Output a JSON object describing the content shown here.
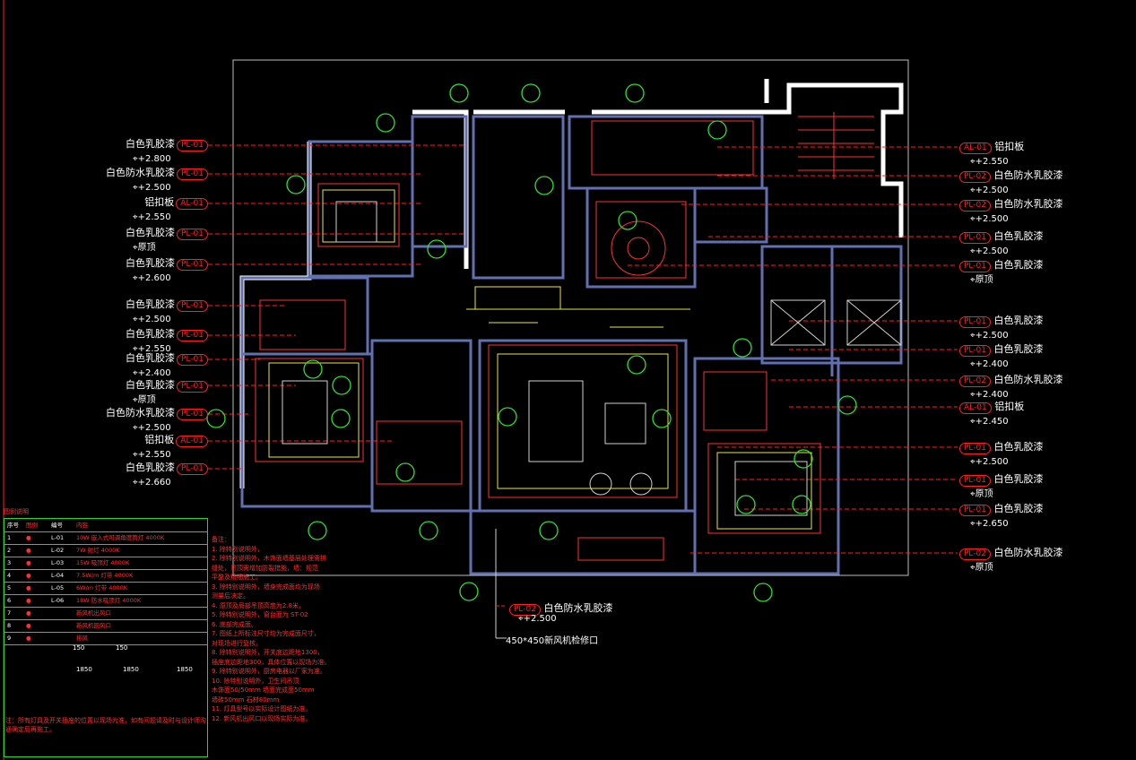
{
  "left_callouts": [
    {
      "label": "白色乳胶漆",
      "code": "PL-01",
      "elev": "+2.800"
    },
    {
      "label": "白色防水乳胶漆",
      "code": "PL-01",
      "elev": "+2.500"
    },
    {
      "label": "铝扣板",
      "code": "AL-01",
      "elev": "+2.550"
    },
    {
      "label": "白色乳胶漆",
      "code": "PL-01",
      "elev": "原顶"
    },
    {
      "label": "白色乳胶漆",
      "code": "PL-01",
      "elev": "+2.600"
    },
    {
      "label": "白色乳胶漆",
      "code": "PL-01",
      "elev": "+2.500"
    },
    {
      "label": "白色乳胶漆",
      "code": "PL-01",
      "elev": "+2.550"
    },
    {
      "label": "白色乳胶漆",
      "code": "PL-01",
      "elev": "+2.400"
    },
    {
      "label": "白色乳胶漆",
      "code": "PL-01",
      "elev": "原顶"
    },
    {
      "label": "白色防水乳胶漆",
      "code": "PL-01",
      "elev": "+2.500"
    },
    {
      "label": "铝扣板",
      "code": "AL-01",
      "elev": "+2.550"
    },
    {
      "label": "白色乳胶漆",
      "code": "PL-01",
      "elev": "+2.660"
    }
  ],
  "right_callouts": [
    {
      "label": "铝扣板",
      "code": "AL-01",
      "elev": "+2.550"
    },
    {
      "label": "白色防水乳胶漆",
      "code": "PL-02",
      "elev": "+2.500"
    },
    {
      "label": "白色防水乳胶漆",
      "code": "PL-02",
      "elev": "+2.500"
    },
    {
      "label": "白色乳胶漆",
      "code": "PL-01",
      "elev": "+2.500"
    },
    {
      "label": "白色乳胶漆",
      "code": "PL-01",
      "elev": "原顶"
    },
    {
      "label": "白色乳胶漆",
      "code": "PL-01",
      "elev": "+2.500"
    },
    {
      "label": "白色乳胶漆",
      "code": "PL-01",
      "elev": "+2.400"
    },
    {
      "label": "白色防水乳胶漆",
      "code": "PL-02",
      "elev": "+2.400"
    },
    {
      "label": "铝扣板",
      "code": "AL-01",
      "elev": "+2.450"
    },
    {
      "label": "白色乳胶漆",
      "code": "PL-01",
      "elev": "+2.500"
    },
    {
      "label": "白色乳胶漆",
      "code": "PL-01",
      "elev": "原顶"
    },
    {
      "label": "白色乳胶漆",
      "code": "PL-01",
      "elev": "+2.650"
    },
    {
      "label": "白色防水乳胶漆",
      "code": "PL-02",
      "elev": "原顶"
    }
  ],
  "bottom_callout": {
    "label": "白色防水乳胶漆",
    "code": "PL-02",
    "elev": "+2.500",
    "note": "450*450新风机检修口"
  },
  "legend": {
    "title": "图例说明",
    "header": [
      "序号",
      "图例",
      "编号",
      "内容"
    ],
    "rows": [
      {
        "no": "1",
        "code": "L-01",
        "text": "10W 嵌入式可调角度筒灯 4000K"
      },
      {
        "no": "2",
        "code": "L-02",
        "text": "7W 射灯 4000K"
      },
      {
        "no": "3",
        "code": "L-03",
        "text": "15W 吸顶灯 4000K"
      },
      {
        "no": "4",
        "code": "L-04",
        "text": "7.5W/m 灯带 4000K"
      },
      {
        "no": "5",
        "code": "L-05",
        "text": "6W/m 灯带 4000K"
      },
      {
        "no": "6",
        "code": "L-06",
        "text": "18W 防水吸顶灯 4000K"
      },
      {
        "no": "7",
        "code": "",
        "text": "新风机出风口"
      },
      {
        "no": "8",
        "code": "",
        "text": "新风机回风口"
      },
      {
        "no": "9",
        "code": "",
        "text": "排风"
      }
    ],
    "dims": [
      "150",
      "150",
      "1850",
      "1850",
      "1850"
    ]
  },
  "notes": {
    "title": "备注：",
    "lines": [
      "1. 除特别说明外，",
      "2. 除特别说明外，木饰面墙基层处理需拼",
      "   缝处，吊顶需增加防裂措施，墙：规范",
      "   平整及精细施工。",
      "3. 除特别说明外，墙身完成面均为现场",
      "   测量后决定。",
      "4. 原顶及局部吊顶高度为2.8米，",
      "5. 除特别说明外，窗台面为 ST-02",
      "6.             底部完成面。",
      "7. 图纸上所标注尺寸均为完成面尺寸，",
      "   对现场进行复核。",
      "8. 除特别说明外，开关底边距地1300，",
      "   插座底边距地300，具体位置以现场为准。",
      "9. 除特别说明外，厨房电器以厂家为准。",
      "10. 除特别说明外，卫生间吊顶",
      "    木饰面50/50mm  墙面完成面50mm",
      "    墙砖50mm     石材80mm",
      "11. 灯具型号以实际设计图纸为准。",
      "12. 新风机出风口以现场实际为准。"
    ]
  },
  "bottom_note": "注：所有灯具及开关插座的位置以现场为准，如有问题请及时与设计师沟通确定后再施工。"
}
